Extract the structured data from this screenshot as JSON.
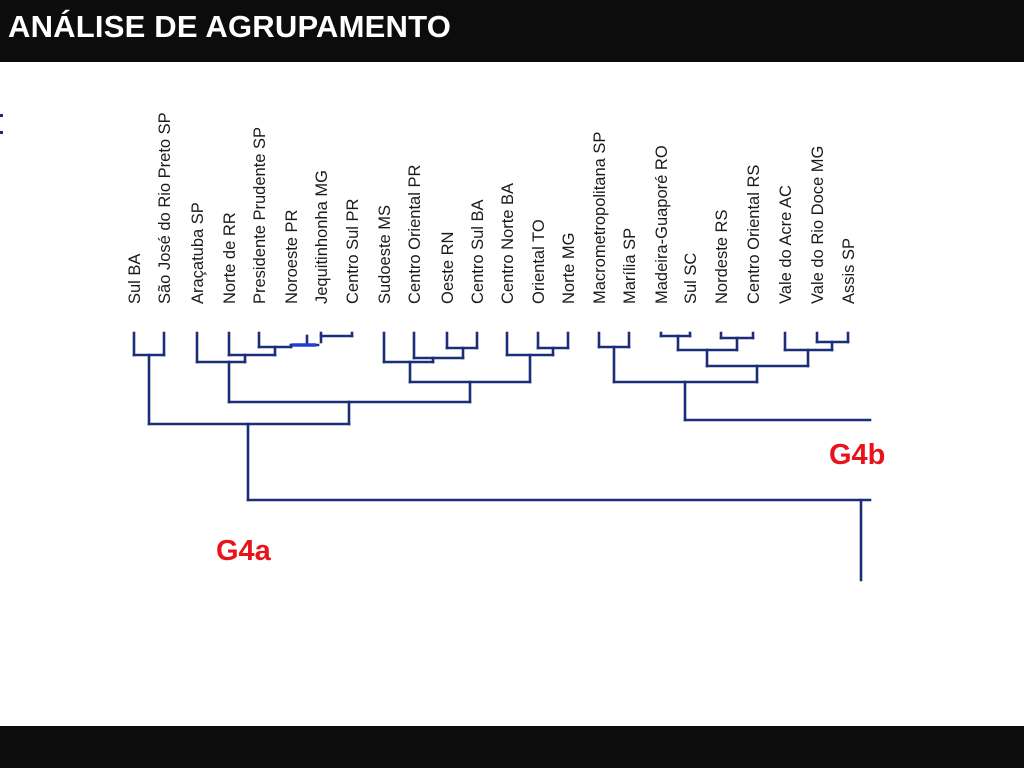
{
  "title": "ANÁLISE DE AGRUPAMENTO",
  "leaves": [
    "Sul BA",
    "São José do Rio Preto SP",
    "Araçatuba SP",
    "Norte de RR",
    "Presidente Prudente SP",
    "Noroeste PR",
    "Jequitinhonha MG",
    "Centro Sul PR",
    "Sudoeste MS",
    "Centro Oriental PR",
    "Oeste RN",
    "Centro Sul BA",
    "Centro Norte BA",
    "Oriental TO",
    "Norte MG",
    "Macrometropolitana SP",
    "Marília SP",
    "Madeira-Guaporé RO",
    "Sul SC",
    "Nordeste RS",
    "Centro Oriental RS",
    "Vale do Acre AC",
    "Vale do Rio Doce MG",
    "Assis SP"
  ],
  "groups": {
    "g4a": "G4a",
    "g4b": "G4b"
  },
  "colors": {
    "line": "#1c2e78",
    "accent_line": "#1f3fd6",
    "group_label": "#e8141b",
    "bar": "#0c0c0c"
  }
}
